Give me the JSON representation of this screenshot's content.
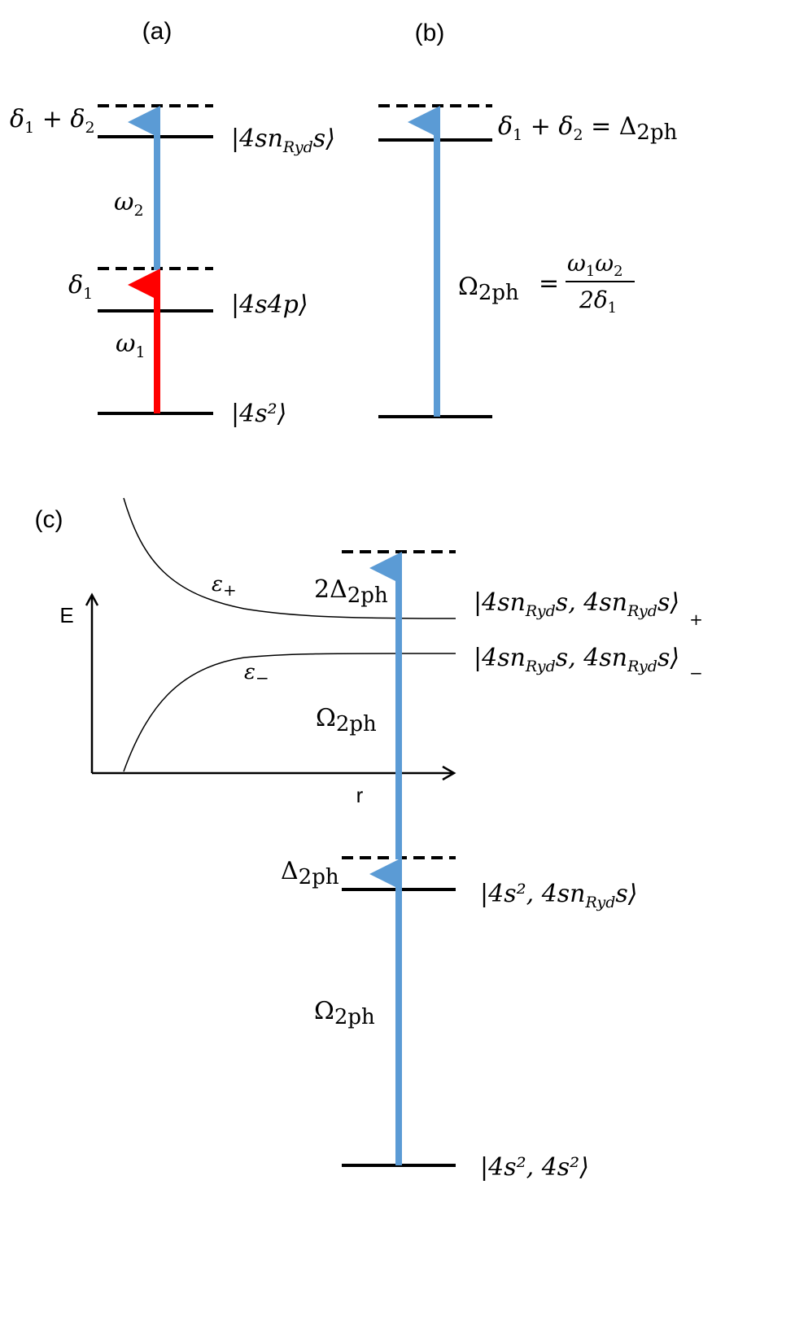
{
  "panels": {
    "a": {
      "label": "(a)",
      "levels": {
        "ground": "|4s²⟩",
        "mid": "|4s4p⟩",
        "top_state": "|4s",
        "top_sub": "Ryd",
        "top_tail": "s⟩",
        "top_n": "n"
      },
      "detunings": {
        "delta1": "δ",
        "delta1_sub": "1",
        "delta12": "δ",
        "delta12_sub1": "1",
        "delta12_plus": " + δ",
        "delta12_sub2": "2"
      },
      "couplings": {
        "omega1": "ω",
        "omega1_sub": "1",
        "omega2": "ω",
        "omega2_sub": "2"
      }
    },
    "b": {
      "label": "(b)",
      "detuning": {
        "d1": "δ",
        "d1_sub": "1",
        "plus": " + δ",
        "d2_sub": "2",
        "eq": " = Δ",
        "rhs_sub": "2ph"
      },
      "rabi": {
        "lhs": "Ω",
        "lhs_sub": "2ph",
        "eq": "=",
        "num": "ω",
        "num_sub1": "1",
        "num2": "ω",
        "num_sub2": "2",
        "den": "2δ",
        "den_sub": "1"
      }
    },
    "c": {
      "label": "(c)",
      "axes": {
        "y": "E",
        "x": "r"
      },
      "curves": {
        "plus": "ε",
        "plus_sub": "+",
        "minus": "ε",
        "minus_sub": "−"
      },
      "levels": {
        "pair_plus": "|4sn",
        "pair_plus_sub1": "Ryd",
        "pair_plus_mid": "s, 4sn",
        "pair_plus_sub2": "Ryd",
        "pair_plus_tail": "s⟩",
        "pair_plus_sign": "+",
        "pair_minus": "|4sn",
        "pair_minus_sub1": "Ryd",
        "pair_minus_mid": "s, 4sn",
        "pair_minus_sub2": "Ryd",
        "pair_minus_tail": "s⟩",
        "pair_minus_sign": "−",
        "single": "|4s², 4sn",
        "single_sub": "Ryd",
        "single_tail": "s⟩",
        "ground": "|4s², 4s²⟩"
      },
      "detunings": {
        "double": "2Δ",
        "double_sub": "2ph",
        "single": "Δ",
        "single_sub": "2ph"
      },
      "couplings": {
        "upper": "Ω",
        "upper_sub": "2ph",
        "lower": "Ω",
        "lower_sub": "2ph"
      }
    }
  },
  "colors": {
    "blue_arrow": "#5b9bd5",
    "red_arrow": "#ff0000",
    "line": "#000000"
  }
}
